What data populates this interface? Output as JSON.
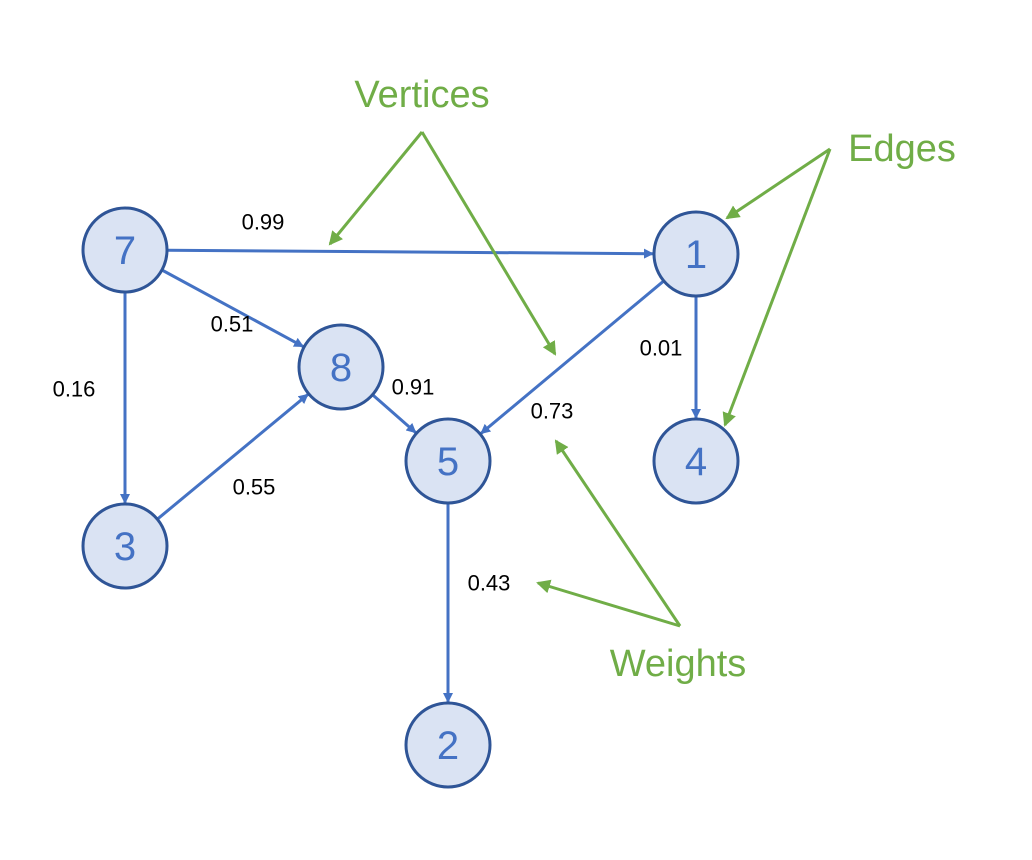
{
  "colors": {
    "node_fill": "#dae3f3",
    "node_stroke": "#2f5597",
    "node_text": "#4472c4",
    "edge": "#4472c4",
    "annotation": "#70ad47",
    "weight_text": "#000000"
  },
  "nodes": [
    {
      "id": "7",
      "label": "7"
    },
    {
      "id": "1",
      "label": "1"
    },
    {
      "id": "8",
      "label": "8"
    },
    {
      "id": "5",
      "label": "5"
    },
    {
      "id": "4",
      "label": "4"
    },
    {
      "id": "3",
      "label": "3"
    },
    {
      "id": "2",
      "label": "2"
    }
  ],
  "edges": [
    {
      "from": "7",
      "to": "1",
      "weight": "0.99"
    },
    {
      "from": "7",
      "to": "8",
      "weight": "0.51"
    },
    {
      "from": "7",
      "to": "3",
      "weight": "0.16"
    },
    {
      "from": "8",
      "to": "5",
      "weight": "0.91"
    },
    {
      "from": "3",
      "to": "8",
      "weight": "0.55"
    },
    {
      "from": "1",
      "to": "5",
      "weight": "0.73"
    },
    {
      "from": "1",
      "to": "4",
      "weight": "0.01"
    },
    {
      "from": "5",
      "to": "2",
      "weight": "0.43"
    }
  ],
  "annotations": [
    {
      "id": "vertices",
      "label": "Vertices"
    },
    {
      "id": "edges",
      "label": "Edges"
    },
    {
      "id": "weights",
      "label": "Weights"
    }
  ]
}
